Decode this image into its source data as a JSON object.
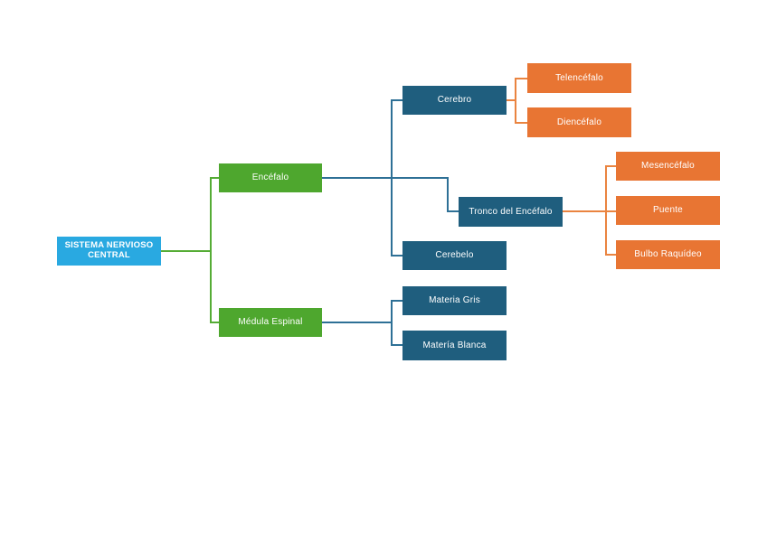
{
  "palette": {
    "root_blue": "#29A9E1",
    "level1_green": "#4EA72E",
    "level2_teal": "#1F5E7E",
    "level3_orange": "#E87533",
    "green_line": "#55AC35",
    "teal_line": "#2E7096",
    "orange_line": "#EA8440"
  },
  "tree": {
    "root": {
      "label": "SISTEMA NERVIOSO CENTRAL",
      "children": [
        {
          "label": "Encéfalo",
          "children": [
            {
              "label": "Cerebro",
              "children": [
                {
                  "label": "Telencéfalo"
                },
                {
                  "label": "Diencéfalo"
                }
              ]
            },
            {
              "label": "Tronco del Encéfalo",
              "children": [
                {
                  "label": "Mesencéfalo"
                },
                {
                  "label": "Puente"
                },
                {
                  "label": "Bulbo Raquídeo"
                }
              ]
            },
            {
              "label": "Cerebelo"
            }
          ]
        },
        {
          "label": "Médula Espinal",
          "children": [
            {
              "label": "Materia Gris"
            },
            {
              "label": "Matería Blanca"
            }
          ]
        }
      ]
    }
  }
}
